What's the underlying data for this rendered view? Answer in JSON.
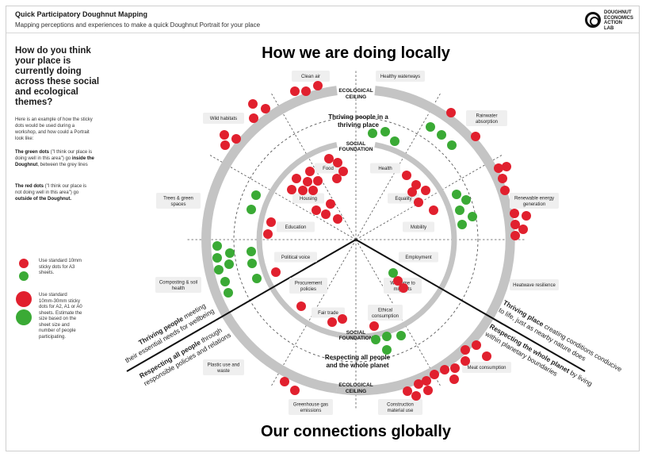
{
  "header": {
    "title": "Quick Participatory Doughnut Mapping",
    "subtitle": "Mapping perceptions and experiences to make a quick Doughnut Portrait for your place",
    "logo_text": [
      "DOUGHNUT",
      "ECONOMICS",
      "ACTION",
      "LAB"
    ]
  },
  "sidebar": {
    "question": "How do you think your place is currently doing across these social and ecological themes?",
    "intro": "Here is an example of how the sticky dots would be used during a workshop, and how could a Portrait look like:",
    "green_bold": "The green dots",
    "green_text": " (\"I think our place is doing well in this area\") go ",
    "green_inside": "inside the Doughnut",
    "green_tail": ", between the grey lines",
    "red_bold": "The red dots",
    "red_text": " (\"I think our place is not doing well in this area\") go ",
    "red_outside": "outside of the Doughnut.",
    "legend_small": [
      "Use standard 10mm",
      "sticky dots for A3",
      "sheets."
    ],
    "legend_large": [
      "Use standard",
      "10mm-30mm  sticky",
      "dots for A2, A1 or A0",
      "sheets. Estimate the",
      "size based on the",
      "sheet size and",
      "number of people",
      "participating."
    ]
  },
  "colors": {
    "red": "#e1202e",
    "green": "#3aaa35",
    "ring": "#c4c4c4",
    "box": "#efefef"
  },
  "diagram": {
    "top_title": "How we are doing locally",
    "bottom_title": "Our connections globally",
    "ecological_ceiling": [
      "ECOLOGICAL",
      "CEILING"
    ],
    "social_foundation": [
      "SOCIAL",
      "FOUNDATION"
    ],
    "thriving_heading": [
      "Thriving people in a",
      "thriving place"
    ],
    "respecting_heading": [
      "Respecting all people",
      "and the whole planet"
    ],
    "ecological_labels": {
      "clean_air": [
        "Clean air"
      ],
      "healthy_waterways": [
        "Healthy waterways"
      ],
      "wild_habitats": [
        "Wild habitats"
      ],
      "rainwater_absorption": [
        "Rainwater",
        "absorption"
      ],
      "trees_green_spaces": [
        "Trees & green",
        "spaces"
      ],
      "renewable_energy": [
        "Renewable energy",
        "generation"
      ],
      "composting": [
        "Composting & soil",
        "health"
      ],
      "heatwave_resilience": [
        "Heatwave resilience"
      ],
      "plastic_waste": [
        "Plastic use and",
        "waste"
      ],
      "meat_consumption": [
        "Meat consumption"
      ],
      "greenhouse_gas": [
        "Greenhouse gas",
        "emissions"
      ],
      "construction_material": [
        "Construction",
        "material use"
      ]
    },
    "social_labels": {
      "food": [
        "Food"
      ],
      "health": [
        "Health"
      ],
      "housing": [
        "Housing"
      ],
      "equality": [
        "Equality"
      ],
      "education": [
        "Education"
      ],
      "mobility": [
        "Mobility"
      ],
      "political_voice": [
        "Political voice"
      ],
      "employment": [
        "Employment"
      ],
      "procurement": [
        "Procurement",
        "policies"
      ],
      "welcome_migrants": [
        "Welcome to",
        "migrants"
      ],
      "fair_trade": [
        "Fair trade"
      ],
      "ethical_consumption": [
        "Ethical",
        "consumption"
      ]
    },
    "lens_thriving_people": {
      "bold": "Thriving people",
      "rest_1": " meeting",
      "line2": "their essential needs for wellbeing"
    },
    "lens_respecting_people": {
      "bold": "Respecting all people",
      "rest_1": " through",
      "line2": "responsible policies and relations"
    },
    "lens_thriving_place": {
      "bold": "Thriving place",
      "rest_1": " creating conditions conducive",
      "line2": "to life, just as nearby nature does"
    },
    "lens_whole_planet": {
      "bold": "Respecting the whole planet",
      "rest_1": " by living",
      "line2": "within planetary boundaries"
    }
  }
}
